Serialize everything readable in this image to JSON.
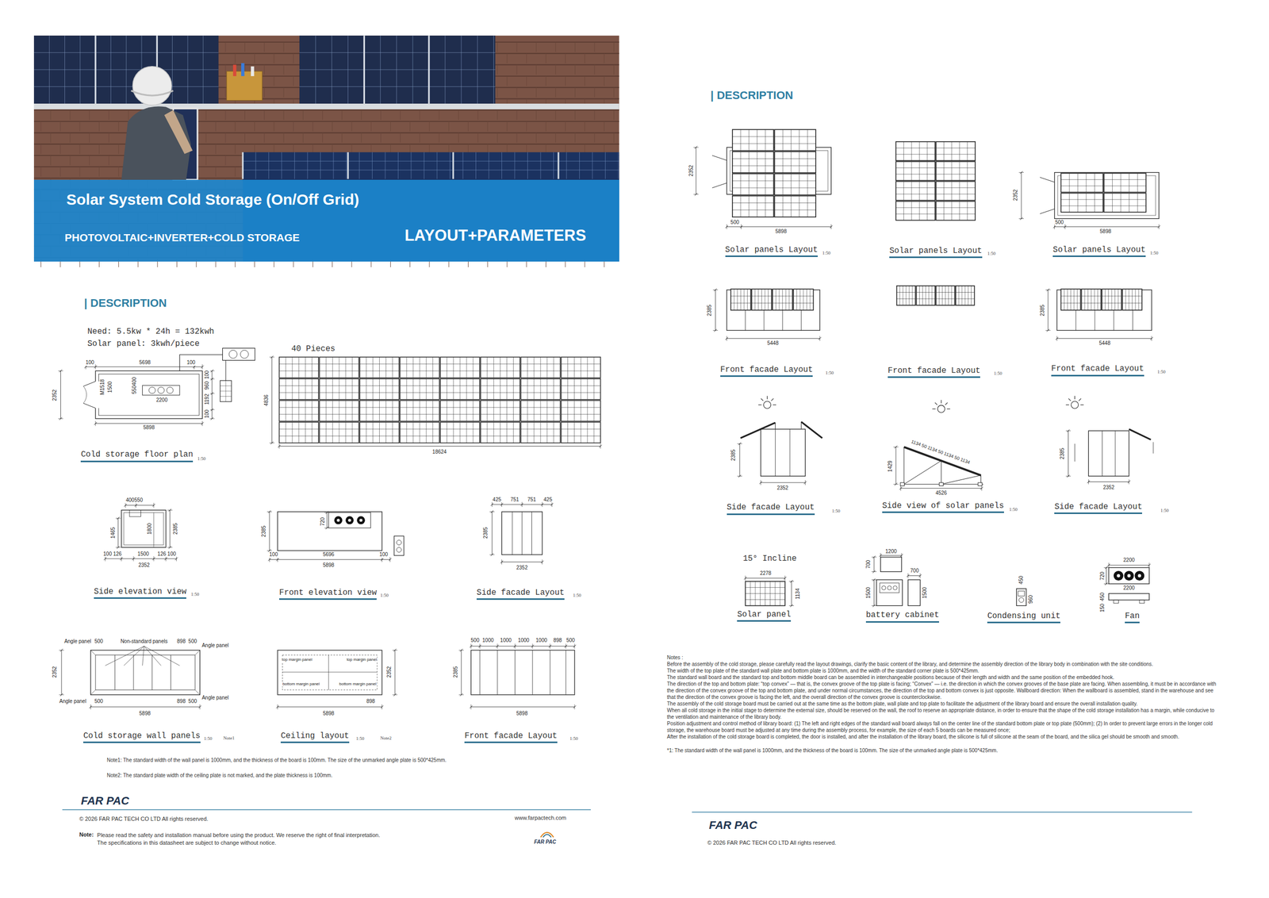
{
  "diagram": {
    "nodes": [
      {
        "text": [
          "Solar System Cold Storage (On/Off Grid)",
          "PHOTOVOLTAIC+INVERTER+COLD STORAGE",
          "LAYOUT+PARAMETERS"
        ]
      }
    ],
    "labels": [
      "| DESCRIPTION",
      "Need: 5.5kw * 24h = 132kwh",
      "Solar panel: 3kwh/piece",
      "100",
      "5698",
      "100",
      "2352",
      "M1518",
      "1500",
      "550400",
      "2200",
      "100",
      "960",
      "1192",
      "100",
      "5898",
      "40 Pieces",
      "4836",
      "18624",
      "Cold storage floor plan",
      "1:50",
      "400550",
      "1465",
      "1800",
      "2385",
      "100 126",
      "1500",
      "126 100",
      "2352",
      "Side elevation view",
      "1:50",
      "720",
      "2385",
      "100",
      "5696",
      "100",
      "5898",
      "Front elevation view",
      "1:50",
      "425",
      "751",
      "751",
      "425",
      "2385",
      "2352",
      "Side facade Layout",
      "1:50",
      "Angle panel",
      "500",
      "Non-standard panels",
      "898",
      "500",
      "Angle panel",
      "2352",
      "Angle panel",
      "500",
      "898",
      "500",
      "Angle panel",
      "5898",
      "Cold storage wall panels",
      "1:50",
      "Note1",
      "top margin panel",
      "top margin panel",
      "bottom margin panel",
      "bottom margin panel",
      "898",
      "2352",
      "5898",
      "Ceiling layout",
      "1:50",
      "Note2",
      "500",
      "1000",
      "1000",
      "1000",
      "1000",
      "898",
      "500",
      "2385",
      "5898",
      "Front facade Layout",
      "1:50",
      "Note1: The standard width of the wall panel is 1000mm, and the thickness of the board is 100mm. The size of the unmarked angle plate is 500*425mm.",
      "Note2: The standard plate width of the ceiling plate is not marked, and the plate thickness is 100mm.",
      "FAR PAC",
      "© 2026 FAR PAC TECH CO LTD All rights reserved.",
      "www.farpactech.com",
      "Note:",
      "Please read the safety and installation manual before using the product. We reserve the right of final interpretation. The specifications in this datasheet are subject to change without notice.",
      "FAR PAC",
      "| DESCRIPTION",
      "2352",
      "500",
      "5898",
      "Solar panels Layout",
      "1:50",
      "Solar panels Layout",
      "1:50",
      "2352",
      "500",
      "5898",
      "Solar panels Layout",
      "1:50",
      "2385",
      "5448",
      "Front facade Layout",
      "1:50",
      "Front facade Layout",
      "1:50",
      "2385",
      "5448",
      "Front facade Layout",
      "1:50",
      "2385",
      "2352",
      "Side facade Layout",
      "1:50",
      "1134 50 1134 50 1134 50 1134",
      "1429",
      "4526",
      "Side view of solar panels",
      "1:50",
      "2385",
      "2352",
      "Side facade Layout",
      "1:50",
      "15° Incline",
      "2278",
      "1134",
      "Solar panel",
      "1200",
      "700",
      "700",
      "1500",
      "1500",
      "battery cabinet",
      "450",
      "960",
      "Condensing unit",
      "2200",
      "720",
      "2200",
      "450",
      "150",
      "Fan",
      "Notes :",
      "Before the assembly of the cold storage, please carefully read the layout drawings, clarify the basic content of the library, and determine the assembly direction of the library body in combination with the site conditions.",
      "The width of the top plate of the standard wall plate and bottom plate is 1000mm, and the width of the standard corner plate is 500*425mm.",
      "The standard wall board and the standard top and bottom middle board can be assembled in interchangeable positions because of their length and width and the same position of the embedded hook.",
      "The direction of the top and bottom plate: “top convex” — that is, the convex groove of the top plate is facing; “Convex” — i.e. the direction in which the convex grooves of the base plate are facing. When assembling, it must be in accordance with the direction of the convex groove of the top and bottom plate, and under normal circumstances, the direction of the top and bottom convex is just opposite. Wallboard direction: When the wallboard is assembled, stand in the warehouse and see that the direction of the convex groove is facing the left, and the overall direction of the convex groove is counterclockwise.",
      "The assembly of the cold storage board must be carried out at the same time as the bottom plate, wall plate and top plate to facilitate the adjustment of the library board and ensure the overall installation quality.",
      "When all cold storage in the initial stage to determine the external size, should be reserved on the wall, the roof to reserve an appropriate distance, in order to ensure that the shape of the cold storage installation has a margin, while conducive to the ventilation and maintenance of the library body.",
      "Position adjustment and control method of library board: (1) The left and right edges of the standard wall board always fall on the center line of the standard bottom plate or top plate (500mm); (2) In order to prevent large errors in the longer cold storage, the warehouse board must be adjusted at any time during the assembly process, for example, the size of each 5 boards can be measured once;",
      "After the installation of the cold storage board is completed, the door is installed, and after the installation of the library board, the silicone is full of silicone at the seam of the board, and the silica gel should be smooth and smooth.",
      "*1: The standard width of the wall panel is 1000mm, and the thickness of the board is 100mm. The size of the unmarked angle plate is 500*425mm.",
      "FAR PAC",
      "© 2026 FAR PAC TECH CO LTD All rights reserved."
    ]
  }
}
